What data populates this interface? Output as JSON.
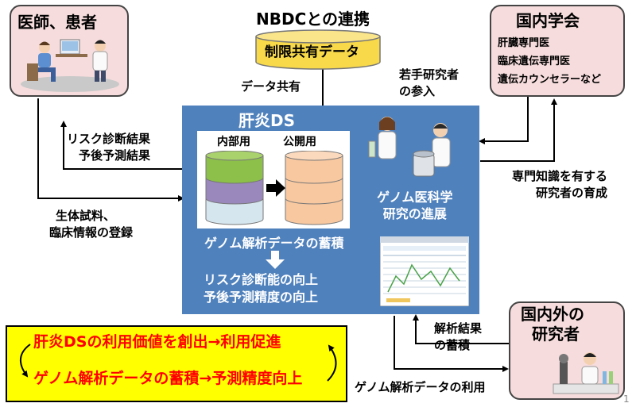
{
  "doctors_box": {
    "title": "医師、患者"
  },
  "nbdc": {
    "title": "NBDCとの連携",
    "cylinder_label": "制限共有データ"
  },
  "domestic_society": {
    "title": "国内学会",
    "items": [
      "肝臓専門医",
      "臨床遺伝専門医",
      "遺伝カウンセラーなど"
    ]
  },
  "data_sharing_label": "データ共有",
  "young_researchers_label": [
    "若手研究者",
    "の参入"
  ],
  "risk_results_label": [
    "リスク診断結果",
    "予後予測結果"
  ],
  "registration_label": [
    "生体試料、",
    "臨床情報の登録"
  ],
  "expert_training_label": [
    "専門知識を有する",
    "研究者の育成"
  ],
  "ds_panel": {
    "title": "肝炎DS",
    "internal_label": "内部用",
    "public_label": "公開用",
    "accumulation_label": "ゲノム解析データの蓄積",
    "genome_progress_label": [
      "ゲノム医科学",
      "研究の進展"
    ],
    "improvement_label": [
      "リスク診断能の向上",
      "予後予測精度の向上"
    ]
  },
  "analysis_results_label": [
    "解析結果",
    "の蓄積"
  ],
  "genome_use_label": "ゲノム解析データの利用",
  "researchers_box": {
    "title": [
      "国内外の",
      "研究者"
    ]
  },
  "summary_box": {
    "line1": "肝炎DSの利用価値を創出→利用促進",
    "line2": "ゲノム解析データの蓄積→予測精度向上"
  },
  "page_number": "1",
  "colors": {
    "panel_blue": "#4f81bd",
    "pink_box": "#f6dcdc",
    "cylinder_yellow": "#f8d94a",
    "summary_yellow": "#ffff00",
    "summary_red": "#ff0000",
    "green_layer": "#8cc04a",
    "purple_layer": "#9a88bc",
    "lightblue_layer": "#d6e6ef",
    "orange_layer": "#f8c8a0"
  }
}
